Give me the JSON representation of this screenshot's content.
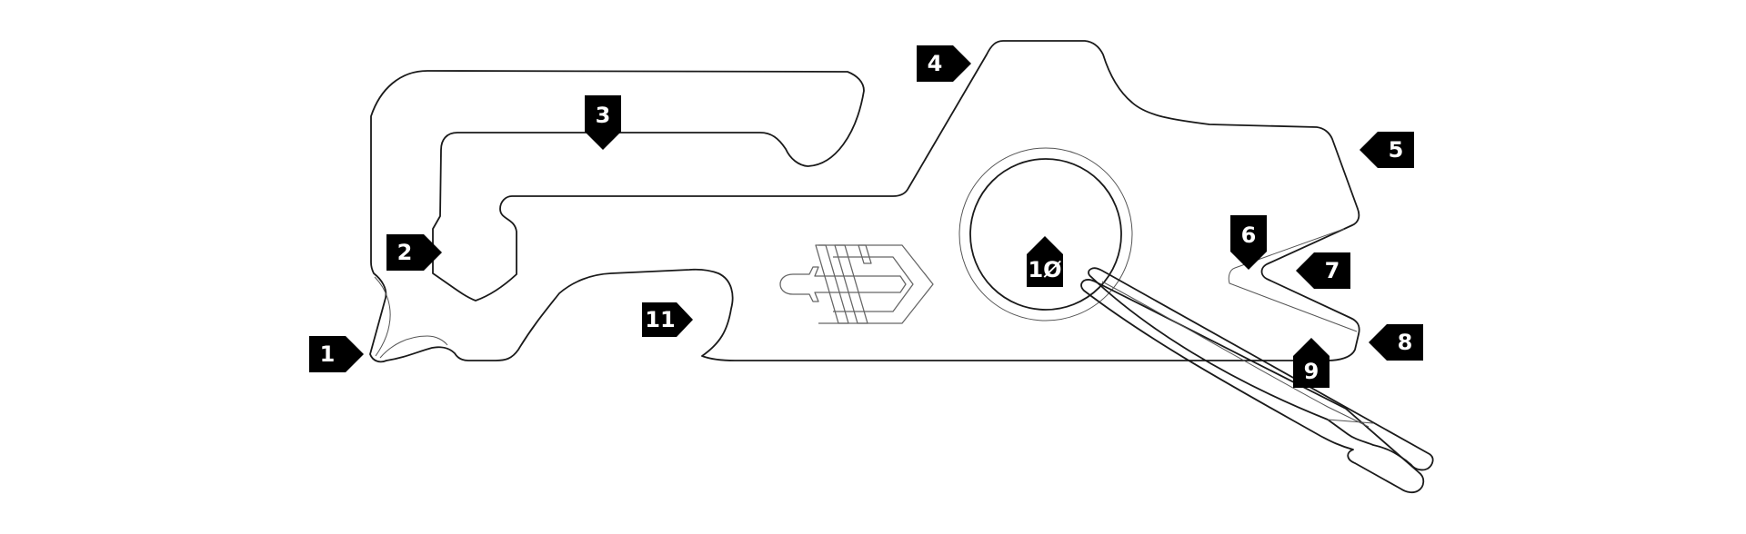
{
  "colors": {
    "outline": "#1a1a1a",
    "callout_fill": "#000000",
    "callout_text": "#ffffff",
    "background": "#ffffff"
  },
  "callouts": [
    {
      "id": "1",
      "label": "1",
      "pointer": "right"
    },
    {
      "id": "2",
      "label": "2",
      "pointer": "right"
    },
    {
      "id": "3",
      "label": "3",
      "pointer": "down"
    },
    {
      "id": "4",
      "label": "4",
      "pointer": "right"
    },
    {
      "id": "5",
      "label": "5",
      "pointer": "left"
    },
    {
      "id": "6",
      "label": "6",
      "pointer": "down"
    },
    {
      "id": "7",
      "label": "7",
      "pointer": "left"
    },
    {
      "id": "8",
      "label": "8",
      "pointer": "left"
    },
    {
      "id": "9",
      "label": "9",
      "pointer": "up"
    },
    {
      "id": "10",
      "label": "1Ø",
      "pointer": "up"
    },
    {
      "id": "11",
      "label": "11",
      "pointer": "right"
    }
  ]
}
